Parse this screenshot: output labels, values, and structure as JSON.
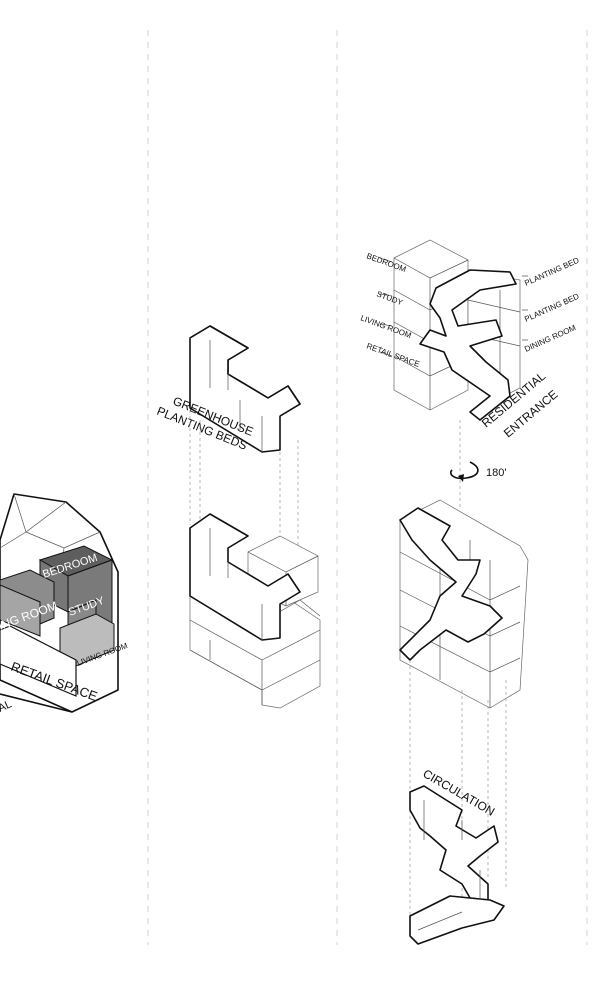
{
  "labels": {
    "bedroom_left": "BEDROOM",
    "study_left": "STUDY",
    "living_room_left": "ING ROOM",
    "living_room_small": "LIVING ROOM",
    "retail_left": "RETAIL SPACE",
    "al_fragment": "AL",
    "greenhouse": "GREENHOUSE",
    "planting_beds": "PLANTING BEDS",
    "bedroom_right": "BEDROOM",
    "study_right": "STUDY",
    "living_room_right": "LIVING ROOM",
    "retail_right": "RETAIL SPACE",
    "planting_bed_1": "PLANTING BED",
    "planting_bed_2": "PLANTING BED",
    "dining_room": "DINING ROOM",
    "residential": "RESIDENTIAL",
    "entrance": "ENTRANCE",
    "rotation": "180'",
    "circulation": "CIRCULATION"
  },
  "colors": {
    "dark_block": "#6e6e6e",
    "mid_block": "#9a9a9a",
    "light_block": "#bdbdbd",
    "line": "#111111",
    "guide": "#d0d0d0"
  }
}
